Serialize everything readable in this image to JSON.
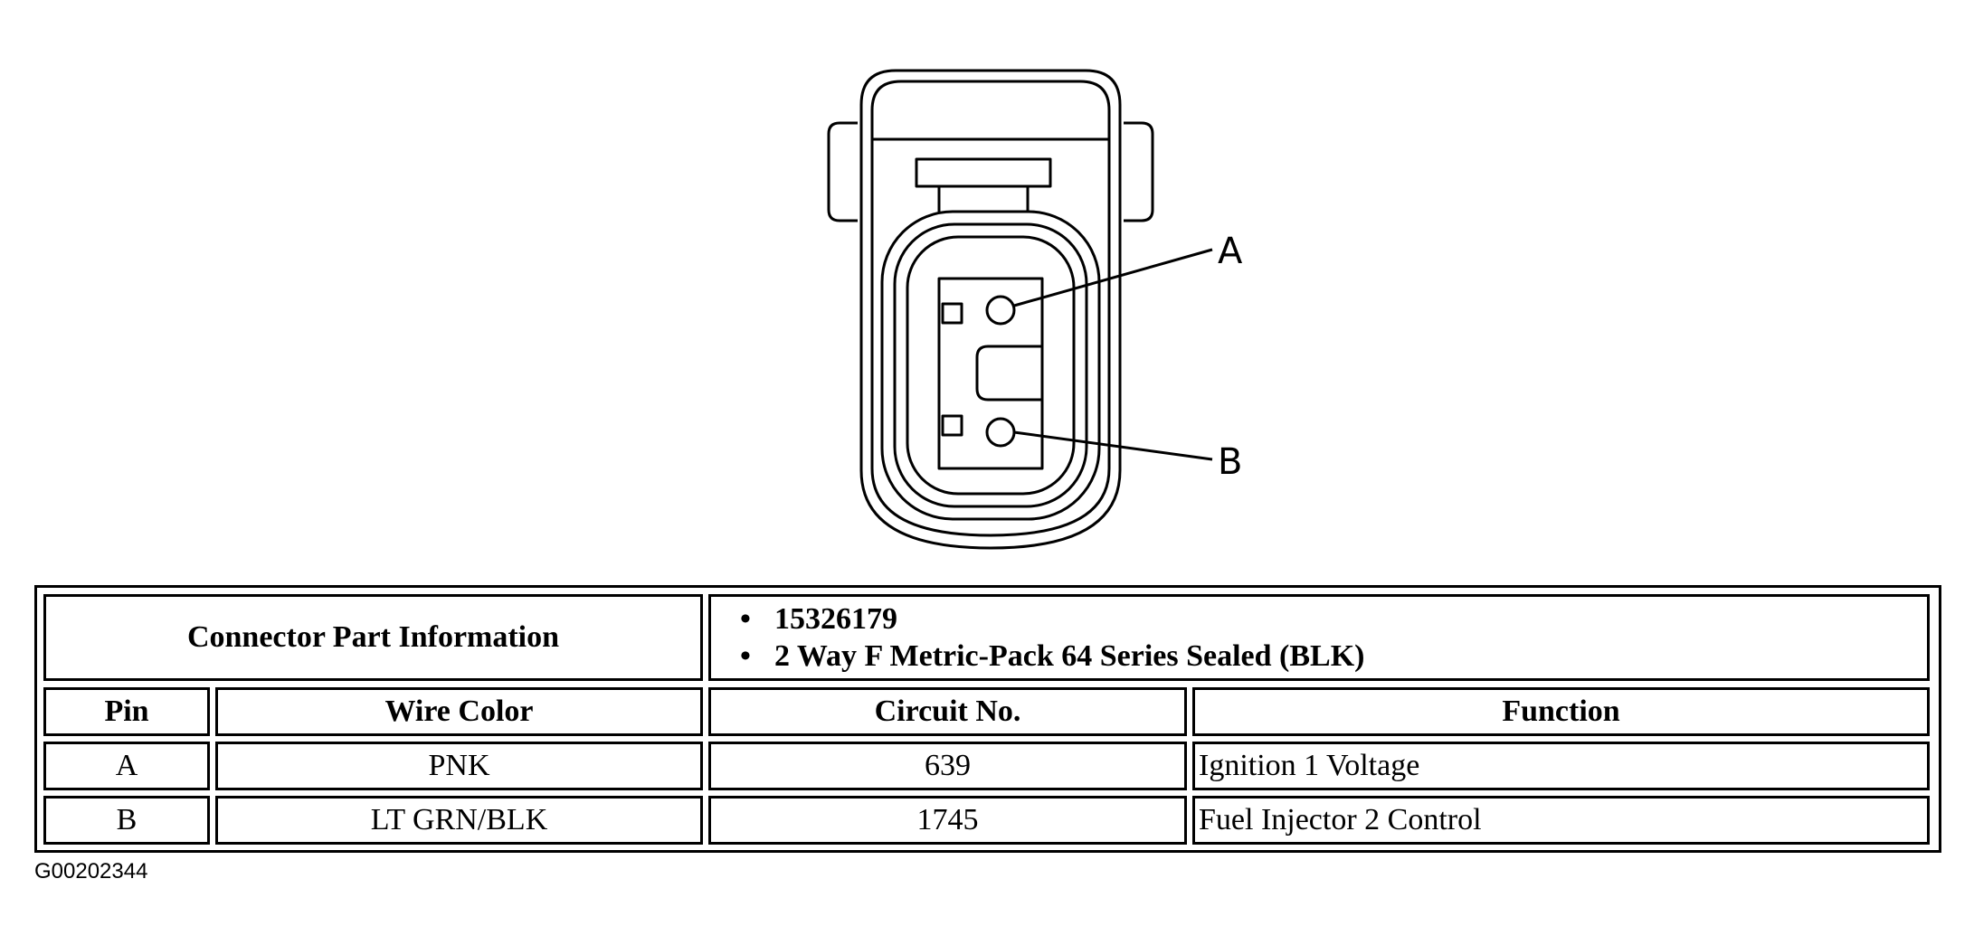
{
  "diagram": {
    "pin_labels": [
      "A",
      "B"
    ]
  },
  "table": {
    "part_info_label": "Connector Part Information",
    "part_info_items": [
      "15326179",
      "2 Way F Metric-Pack 64 Series Sealed (BLK)"
    ],
    "headers": [
      "Pin",
      "Wire Color",
      "Circuit No.",
      "Function"
    ],
    "rows": [
      [
        "A",
        "PNK",
        "639",
        "Ignition 1 Voltage"
      ],
      [
        "B",
        "LT GRN/BLK",
        "1745",
        "Fuel Injector 2 Control"
      ]
    ]
  },
  "figure_id": "G00202344"
}
